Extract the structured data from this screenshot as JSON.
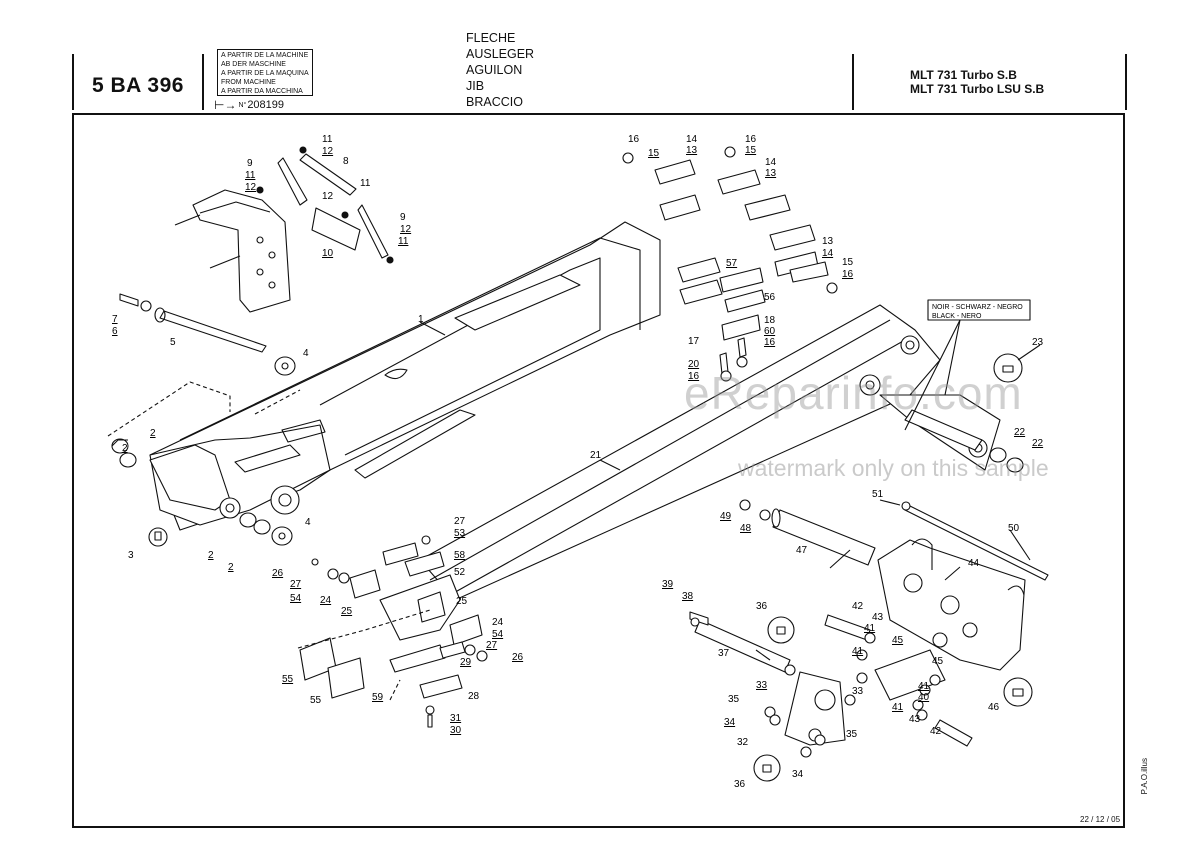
{
  "header": {
    "ref_code": "5 BA 396",
    "from_machine": [
      "A PARTIR DE LA MACHINE",
      "AB DER MASCHINE",
      "A PARTIR DE LA MAQUINA",
      "FROM MACHINE",
      "A PARTIR DA MACCHINA"
    ],
    "serial_prefix": "N°",
    "serial_number": "208199",
    "designation": [
      "FLECHE",
      "AUSLEGER",
      "AGUILON",
      "JIB",
      "BRACCIO"
    ],
    "models": [
      "MLT 731 Turbo S.B",
      "MLT 731 Turbo LSU S.B"
    ]
  },
  "color_note": [
    "NOIR - SCHWARZ - NEGRO",
    "BLACK - NERO"
  ],
  "watermark": {
    "site": "eReparinfo.com",
    "sample": "watermark only on this sample"
  },
  "footer": {
    "illustrator": "P.A.O.illus",
    "date": "22 / 12 / 05"
  },
  "callouts": [
    {
      "n": "11",
      "u": false
    },
    {
      "n": "12",
      "u": true
    },
    {
      "n": "8",
      "u": false
    },
    {
      "n": "9",
      "u": false
    },
    {
      "n": "11",
      "u": true
    },
    {
      "n": "12",
      "u": true
    },
    {
      "n": "12",
      "u": false
    },
    {
      "n": "11",
      "u": false
    },
    {
      "n": "9",
      "u": false
    },
    {
      "n": "12",
      "u": true
    },
    {
      "n": "11",
      "u": true
    },
    {
      "n": "10",
      "u": true
    },
    {
      "n": "16",
      "u": false
    },
    {
      "n": "15",
      "u": true
    },
    {
      "n": "14",
      "u": false
    },
    {
      "n": "13",
      "u": true
    },
    {
      "n": "16",
      "u": false
    },
    {
      "n": "15",
      "u": true
    },
    {
      "n": "14",
      "u": false
    },
    {
      "n": "13",
      "u": true
    },
    {
      "n": "13",
      "u": false
    },
    {
      "n": "14",
      "u": true
    },
    {
      "n": "15",
      "u": false
    },
    {
      "n": "16",
      "u": true
    },
    {
      "n": "57",
      "u": true
    },
    {
      "n": "56",
      "u": false
    },
    {
      "n": "18",
      "u": false
    },
    {
      "n": "60",
      "u": true
    },
    {
      "n": "16",
      "u": true
    },
    {
      "n": "17",
      "u": false
    },
    {
      "n": "20",
      "u": true
    },
    {
      "n": "16",
      "u": true
    },
    {
      "n": "7",
      "u": true
    },
    {
      "n": "6",
      "u": true
    },
    {
      "n": "5",
      "u": false
    },
    {
      "n": "4",
      "u": false
    },
    {
      "n": "1",
      "u": false
    },
    {
      "n": "23",
      "u": false
    },
    {
      "n": "2",
      "u": true
    },
    {
      "n": "2",
      "u": true
    },
    {
      "n": "3",
      "u": false
    },
    {
      "n": "2",
      "u": true
    },
    {
      "n": "2",
      "u": true
    },
    {
      "n": "4",
      "u": false
    },
    {
      "n": "21",
      "u": false
    },
    {
      "n": "22",
      "u": true
    },
    {
      "n": "22",
      "u": true
    },
    {
      "n": "51",
      "u": false
    },
    {
      "n": "50",
      "u": false
    },
    {
      "n": "49",
      "u": true
    },
    {
      "n": "48",
      "u": true
    },
    {
      "n": "47",
      "u": false
    },
    {
      "n": "44",
      "u": false
    },
    {
      "n": "27",
      "u": false
    },
    {
      "n": "53",
      "u": true
    },
    {
      "n": "58",
      "u": true
    },
    {
      "n": "52",
      "u": false
    },
    {
      "n": "26",
      "u": true
    },
    {
      "n": "27",
      "u": true
    },
    {
      "n": "54",
      "u": true
    },
    {
      "n": "24",
      "u": true
    },
    {
      "n": "25",
      "u": true
    },
    {
      "n": "25",
      "u": false
    },
    {
      "n": "24",
      "u": false
    },
    {
      "n": "54",
      "u": true
    },
    {
      "n": "27",
      "u": true
    },
    {
      "n": "26",
      "u": true
    },
    {
      "n": "29",
      "u": true
    },
    {
      "n": "55",
      "u": true
    },
    {
      "n": "55",
      "u": false
    },
    {
      "n": "59",
      "u": true
    },
    {
      "n": "28",
      "u": false
    },
    {
      "n": "31",
      "u": true
    },
    {
      "n": "30",
      "u": true
    },
    {
      "n": "39",
      "u": true
    },
    {
      "n": "38",
      "u": true
    },
    {
      "n": "36",
      "u": false
    },
    {
      "n": "37",
      "u": false
    },
    {
      "n": "42",
      "u": false
    },
    {
      "n": "43",
      "u": false
    },
    {
      "n": "41",
      "u": true
    },
    {
      "n": "45",
      "u": true
    },
    {
      "n": "41",
      "u": true
    },
    {
      "n": "45",
      "u": false
    },
    {
      "n": "33",
      "u": true
    },
    {
      "n": "33",
      "u": false
    },
    {
      "n": "41",
      "u": true
    },
    {
      "n": "40",
      "u": true
    },
    {
      "n": "35",
      "u": false
    },
    {
      "n": "34",
      "u": true
    },
    {
      "n": "41",
      "u": true
    },
    {
      "n": "43",
      "u": false
    },
    {
      "n": "46",
      "u": false
    },
    {
      "n": "35",
      "u": false
    },
    {
      "n": "32",
      "u": false
    },
    {
      "n": "42",
      "u": false
    },
    {
      "n": "36",
      "u": false
    },
    {
      "n": "34",
      "u": false
    }
  ]
}
